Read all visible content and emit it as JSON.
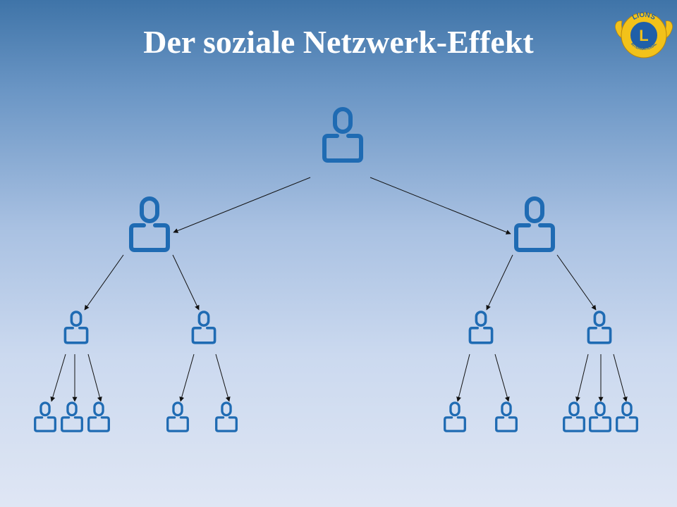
{
  "slide": {
    "title": "Der soziale Netzwerk-Effekt"
  },
  "logo": {
    "icon": "lions-international-logo-icon",
    "top_text": "LIONS",
    "bottom_text": "INTERNATIONAL",
    "letter": "L",
    "colors": {
      "gold": "#f2c21a",
      "blue": "#1f5fa8"
    }
  },
  "diagram": {
    "node_icon": "person-outline-icon",
    "node_color": "#1f6bb3",
    "arrow_color": "#111111",
    "levels": [
      1,
      2,
      4,
      10
    ]
  }
}
